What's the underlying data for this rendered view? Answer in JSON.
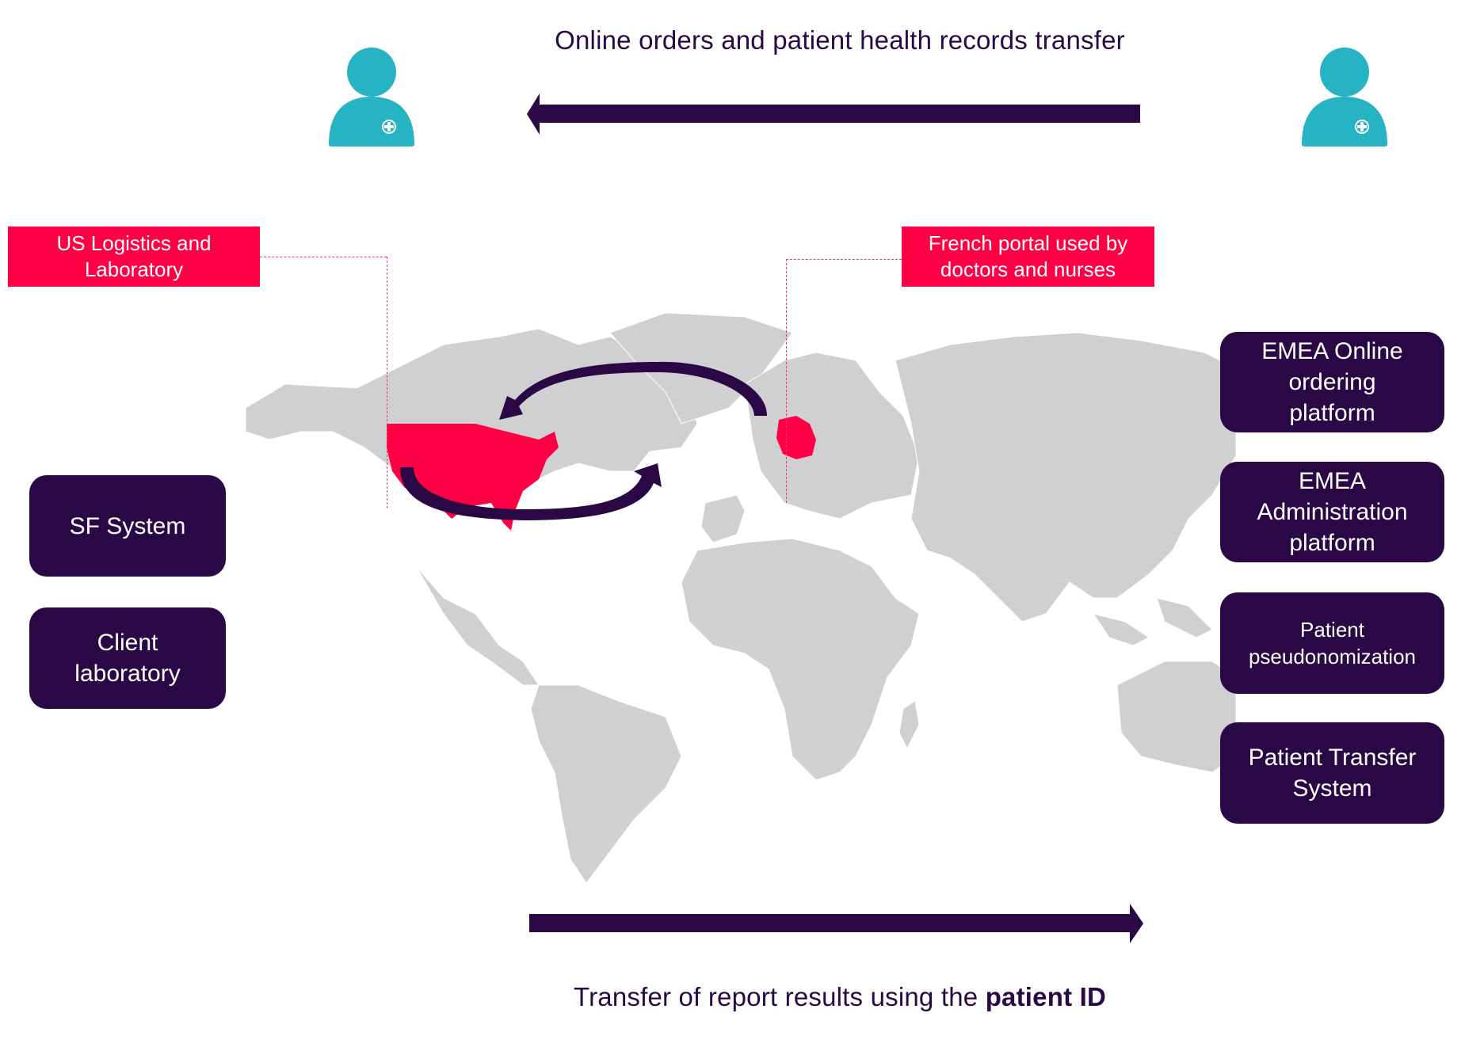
{
  "header": {
    "title": "Online orders and patient health records transfer"
  },
  "footer": {
    "title_prefix": "Transfer of report results using the ",
    "title_bold": "patient ID"
  },
  "icons": {
    "left_person": "doctor-icon",
    "right_person": "doctor-icon"
  },
  "labels": {
    "us": "US Logistics and Laboratory",
    "us_lines": [
      "US Logistics and",
      "Laboratory"
    ],
    "fr": "French portal used by doctors and nurses",
    "fr_lines": [
      "French portal used by",
      "doctors and nurses"
    ]
  },
  "left_boxes": [
    {
      "lines": [
        "SF System"
      ]
    },
    {
      "lines": [
        "Client",
        "laboratory"
      ]
    }
  ],
  "right_boxes": [
    {
      "lines": [
        "EMEA Online",
        "ordering",
        "platform"
      ]
    },
    {
      "lines": [
        "EMEA",
        "Administration",
        "platform"
      ]
    },
    {
      "lines": [
        "Patient",
        "pseudonomization"
      ]
    },
    {
      "lines": [
        "Patient Transfer",
        "System"
      ]
    }
  ],
  "colors": {
    "primary_dark": "#2a0845",
    "accent_red": "#ff0044",
    "icon_teal": "#26b3c4",
    "map_gray": "#d0cfd1"
  },
  "map": {
    "highlighted_countries": [
      "United States",
      "France"
    ]
  }
}
